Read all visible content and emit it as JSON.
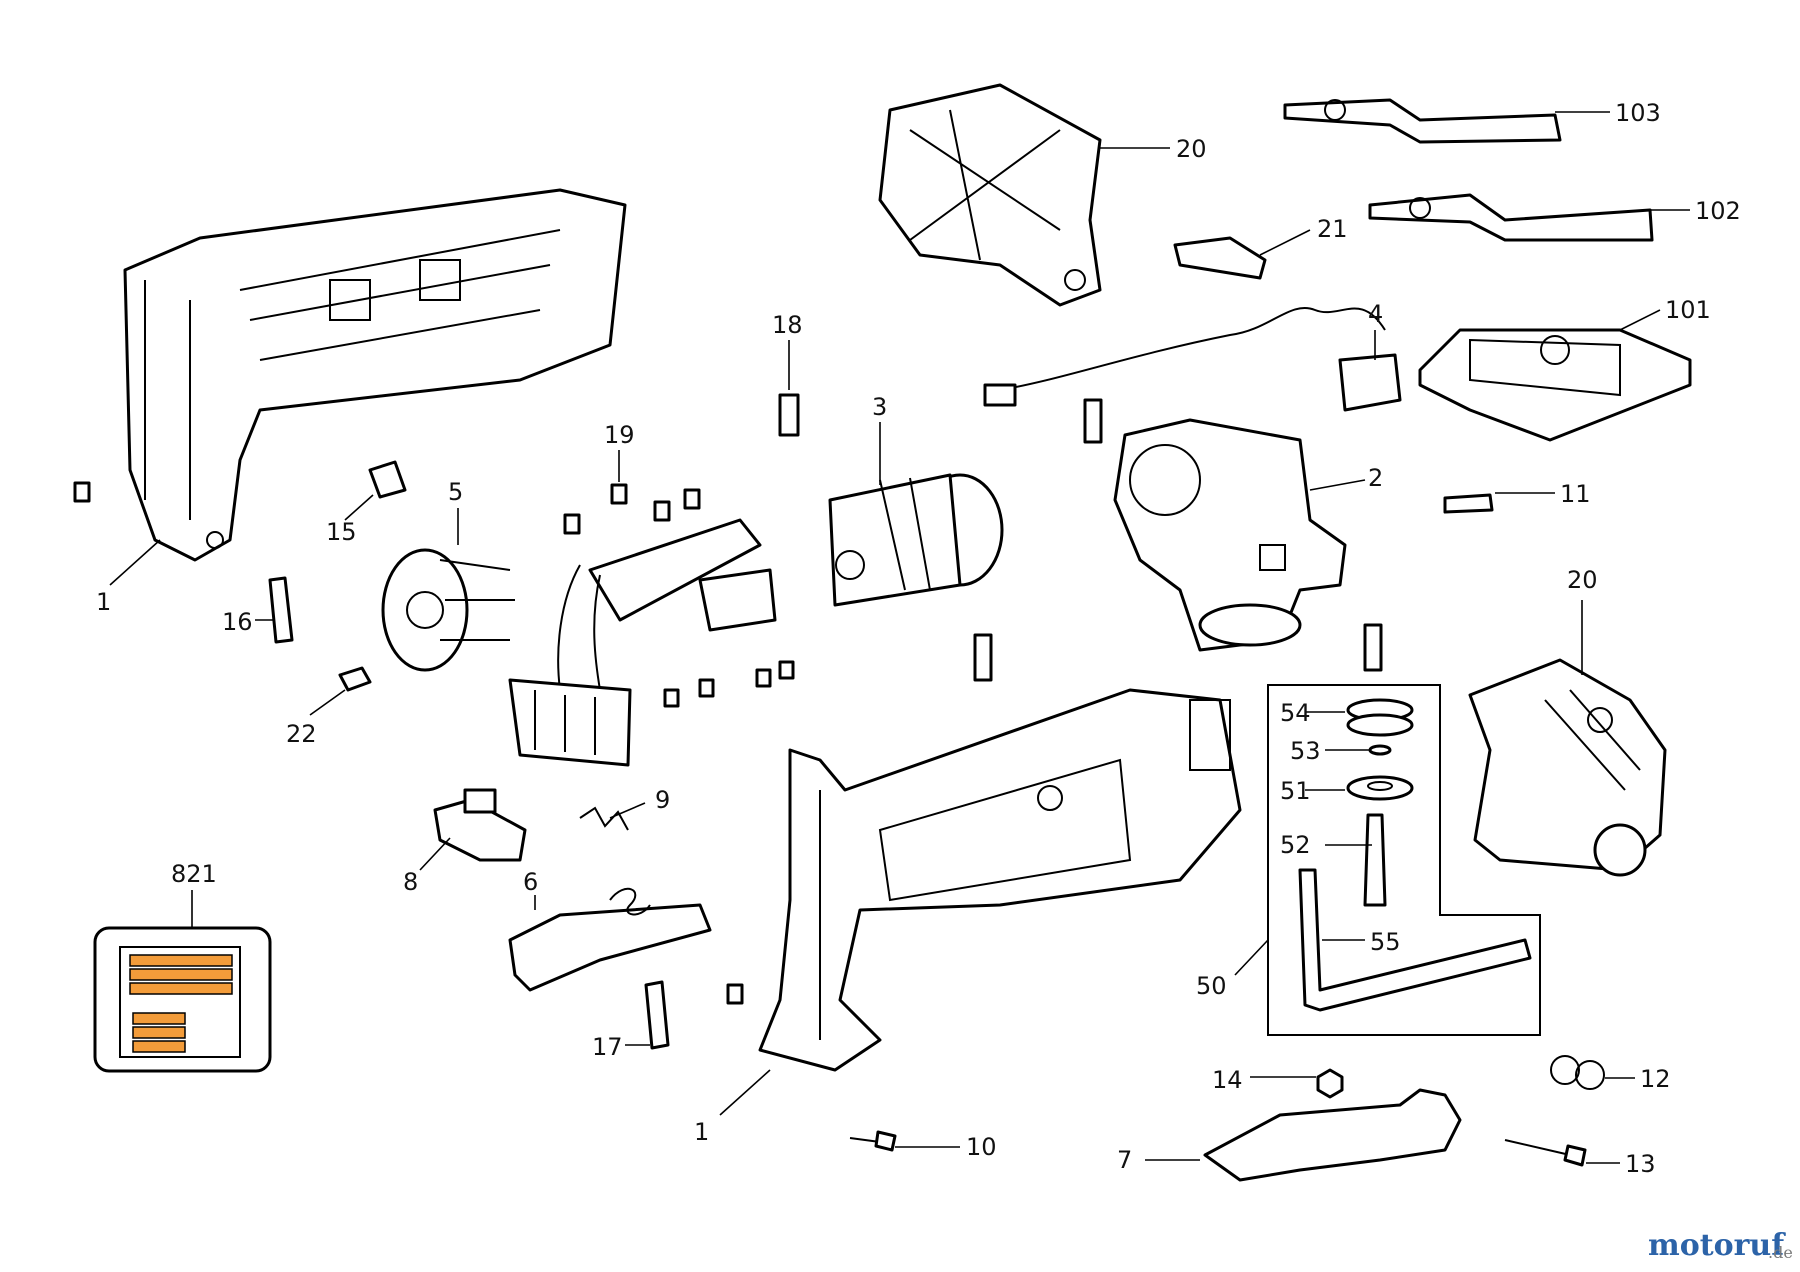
{
  "callouts": [
    {
      "id": "c-1a",
      "text": "1"
    },
    {
      "id": "c-1b",
      "text": "1"
    },
    {
      "id": "c-2",
      "text": "2"
    },
    {
      "id": "c-3",
      "text": "3"
    },
    {
      "id": "c-4",
      "text": "4"
    },
    {
      "id": "c-5",
      "text": "5"
    },
    {
      "id": "c-6",
      "text": "6"
    },
    {
      "id": "c-7",
      "text": "7"
    },
    {
      "id": "c-8",
      "text": "8"
    },
    {
      "id": "c-9",
      "text": "9"
    },
    {
      "id": "c-10",
      "text": "10"
    },
    {
      "id": "c-11",
      "text": "11"
    },
    {
      "id": "c-12",
      "text": "12"
    },
    {
      "id": "c-13",
      "text": "13"
    },
    {
      "id": "c-14",
      "text": "14"
    },
    {
      "id": "c-15",
      "text": "15"
    },
    {
      "id": "c-16",
      "text": "16"
    },
    {
      "id": "c-17",
      "text": "17"
    },
    {
      "id": "c-18",
      "text": "18"
    },
    {
      "id": "c-19",
      "text": "19"
    },
    {
      "id": "c-20a",
      "text": "20"
    },
    {
      "id": "c-20b",
      "text": "20"
    },
    {
      "id": "c-21",
      "text": "21"
    },
    {
      "id": "c-22",
      "text": "22"
    },
    {
      "id": "c-50",
      "text": "50"
    },
    {
      "id": "c-51",
      "text": "51"
    },
    {
      "id": "c-52",
      "text": "52"
    },
    {
      "id": "c-53",
      "text": "53"
    },
    {
      "id": "c-54",
      "text": "54"
    },
    {
      "id": "c-55",
      "text": "55"
    },
    {
      "id": "c-101",
      "text": "101"
    },
    {
      "id": "c-102",
      "text": "102"
    },
    {
      "id": "c-103",
      "text": "103"
    },
    {
      "id": "c-821",
      "text": "821"
    }
  ],
  "watermark": {
    "main": "motoruf",
    "suffix": ".de"
  },
  "colors": {
    "label_fill": "#f39c3a",
    "line": "#000000",
    "watermark_blue": "#2c63a8"
  }
}
